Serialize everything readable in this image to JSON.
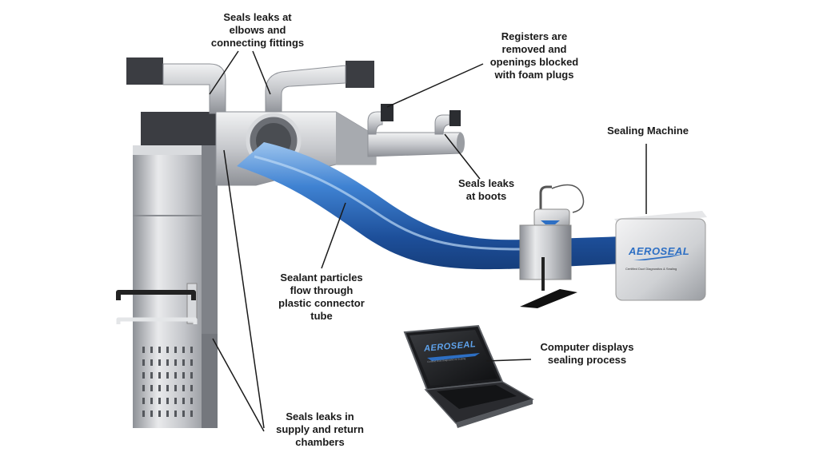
{
  "callouts": {
    "elbows": "Seals leaks at\nelbows and\nconnecting fittings",
    "registers": "Registers are\nremoved and\nopenings blocked\nwith foam plugs",
    "sealing_machine": "Sealing Machine",
    "boots": "Seals leaks\nat boots",
    "sealant": "Sealant particles\nflow through\nplastic connector\ntube",
    "computer": "Computer displays\nsealing process",
    "chambers": "Seals leaks in\nsupply and return\nchambers"
  },
  "brand": {
    "logo_text": "AEROSEAL",
    "tagline": "Certified Duct Diagnostics & Sealing"
  },
  "colors": {
    "tube": "#2d6fc4",
    "metal": "#b9bcc1",
    "dark_metal": "#3b3d42",
    "leader": "#1a1a1a"
  }
}
